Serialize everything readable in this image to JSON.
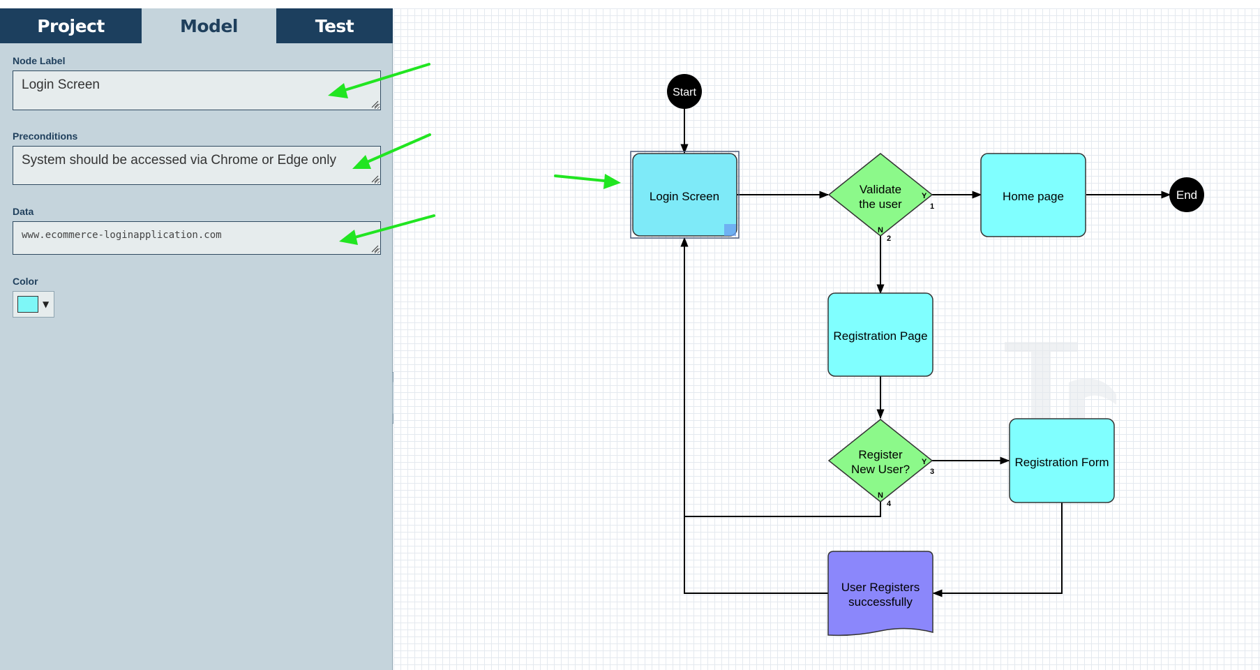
{
  "tabs": [
    {
      "label": "Project",
      "active": false
    },
    {
      "label": "Model",
      "active": true
    },
    {
      "label": "Test",
      "active": false
    }
  ],
  "form": {
    "node_label": {
      "label": "Node Label",
      "value": "Login Screen"
    },
    "preconditions": {
      "label": "Preconditions",
      "value": "System should be accessed via Chrome or Edge only"
    },
    "data": {
      "label": "Data",
      "value": "www.ecommerce-loginapplication.com"
    },
    "color": {
      "label": "Color",
      "value": "#7ef7f7"
    }
  },
  "colors": {
    "tab_bg": "#1c3f5e",
    "panel_bg": "#c5d4dc",
    "process_fill": "#80ffff",
    "selected_fill": "#7eeaf8",
    "decision_fill": "#8cf98a",
    "document_fill": "#8b87fb",
    "terminal_fill": "#000000",
    "annotation_arrow": "#21e521"
  },
  "flowchart": {
    "nodes": {
      "start": {
        "text": "Start"
      },
      "login": {
        "text": "Login Screen",
        "selected": true
      },
      "validate": {
        "lines": [
          "Validate",
          "the user"
        ]
      },
      "home": {
        "text": "Home page"
      },
      "end": {
        "text": "End"
      },
      "registration_page": {
        "text": "Registration Page"
      },
      "register": {
        "lines": [
          "Register",
          "New User?"
        ]
      },
      "registration_form": {
        "text": "Registration Form"
      },
      "user_registers": {
        "lines": [
          "User Registers",
          "successfully"
        ]
      }
    },
    "edge_labels": {
      "validate_yes": "Y",
      "validate_yes_num": "1",
      "validate_no": "N",
      "validate_no_num": "2",
      "register_yes": "Y",
      "register_yes_num": "3",
      "register_no": "N",
      "register_no_num": "4"
    }
  }
}
